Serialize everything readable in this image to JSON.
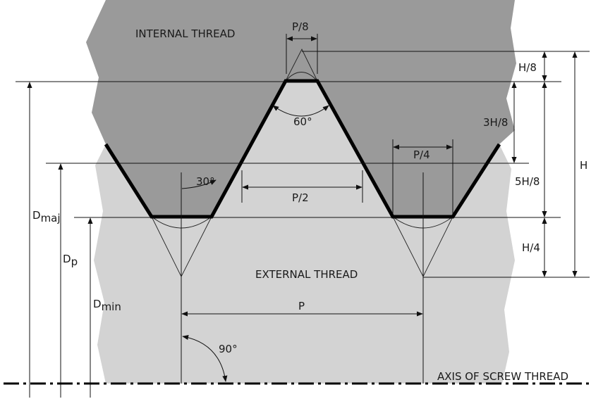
{
  "labels": {
    "internal_thread": "INTERNAL THREAD",
    "external_thread": "EXTERNAL THREAD",
    "axis": "AXIS OF SCREW THREAD",
    "p_over_8": "P/8",
    "p_over_4": "P/4",
    "p_over_2": "P/2",
    "p": "P",
    "h_over_8": "H/8",
    "three_h_over_8": "3H/8",
    "five_h_over_8": "5H/8",
    "h_over_4": "H/4",
    "h": "H",
    "angle_60": "60°",
    "angle_30": "30°",
    "angle_90": "90°",
    "d_major": "D",
    "d_major_sub": "maj",
    "d_pitch": "D",
    "d_pitch_sub": "p",
    "d_minor": "D",
    "d_minor_sub": "min"
  },
  "colors": {
    "internal_region": "#9a9a9a",
    "external_region": "#d3d3d3",
    "background": "#ffffff",
    "profile": "#000000"
  }
}
